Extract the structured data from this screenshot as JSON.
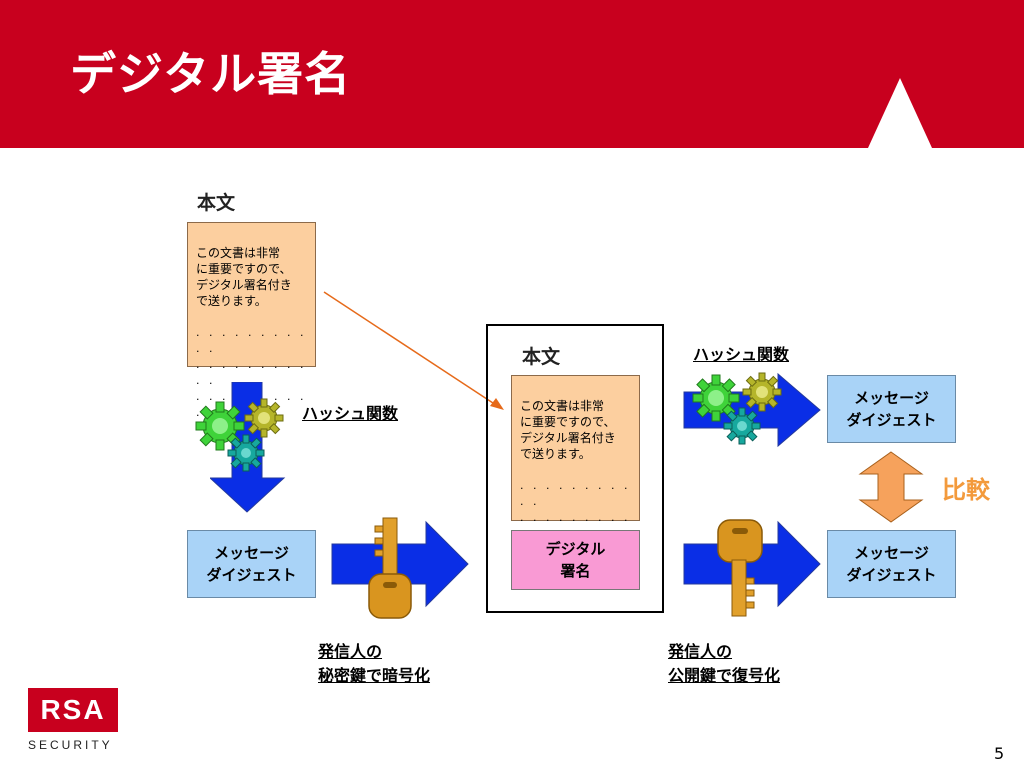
{
  "slide": {
    "title": "デジタル署名",
    "page_number": "5"
  },
  "logo": {
    "text": "RSA",
    "subtext": "SECURITY"
  },
  "left_doc": {
    "heading": "本文",
    "text": "この文書は非常\nに重要ですので、\nデジタル署名付き\nで送ります。",
    "dots": ". . . . . . . . . . .\n. . . . . . . . . . .\n. . . . . . . . . . ."
  },
  "left_hash_label": "ハッシュ関数",
  "left_digest": "メッセージ\nダイジェスト",
  "sign_label": "発信人の\n秘密鍵で暗号化",
  "center_package": {
    "heading": "本文",
    "text": "この文書は非常\nに重要ですので、\nデジタル署名付き\nで送ります。",
    "dots": ". . . . . . . . . . .\n. . . . . . . . . . .\n. . . . . . . . . . .",
    "signature": "デジタル\n署名"
  },
  "right_hash_label": "ハッシュ関数",
  "right_top_digest": "メッセージ\nダイジェスト",
  "compare_label": "比較",
  "right_bottom_digest": "メッセージ\nダイジェスト",
  "verify_label": "発信人の\n公開鍵で復号化",
  "colors": {
    "banner": "#c8001e",
    "document": "#fccf9f",
    "digest": "#a9d3f7",
    "signature": "#f99ad4",
    "arrow_blue": "#0a2ee6",
    "compare": "#f6a25c"
  }
}
